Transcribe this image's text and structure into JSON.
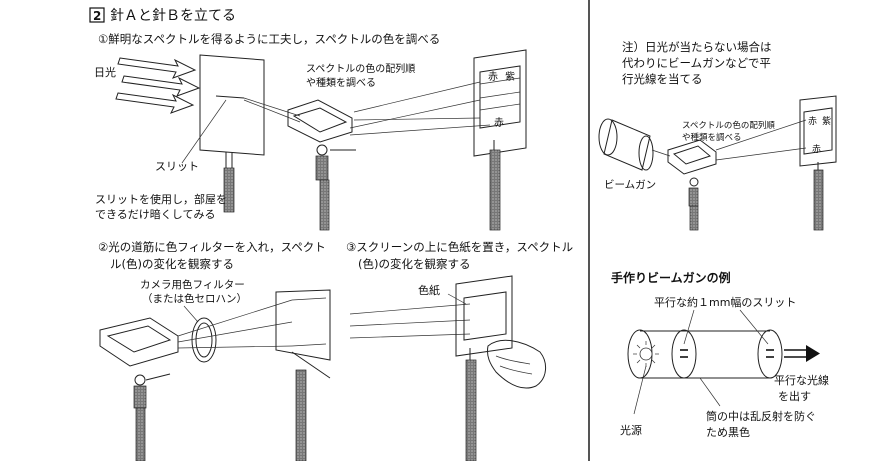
{
  "section": {
    "number": "2",
    "title": "針Ａと針Ｂを立てる"
  },
  "step1": {
    "caption": "①鮮明なスペクトルを得るように工夫し，スペクトルの色を調べる",
    "sunlight": "日光",
    "slit": "スリット",
    "spectrum_note_1": "スペクトルの色の配列順",
    "spectrum_note_2": "や種類を調べる",
    "red": "赤",
    "purple": "紫",
    "room_note_1": "スリットを使用し，部屋を",
    "room_note_2": "できるだけ暗くしてみる"
  },
  "step2": {
    "caption_1": "②光の道筋に色フィルターを入れ，スペクト",
    "caption_2": "ル(色)の変化を観察する",
    "filter_1": "カメラ用色フィルター",
    "filter_2": "（または色セロハン）"
  },
  "step3": {
    "caption_1": "③スクリーンの上に色紙を置き，スペクトル",
    "caption_2": "(色)の変化を観察する",
    "paper": "色紙"
  },
  "right": {
    "note_1": "注）日光が当たらない場合は",
    "note_2": "代わりにビームガンなどで平",
    "note_3": "行光線を当てる",
    "spectrum_note_1": "スペクトルの色の配列順",
    "spectrum_note_2": "や種類を調べる",
    "red": "赤",
    "purple": "紫",
    "beam_gun": "ビームガン",
    "handmade_title": "手作りビームガンの例",
    "slit_label": "平行な約１mm幅のスリット",
    "parallel_1": "平行な光線",
    "parallel_2": "を出す",
    "source": "光源",
    "tube_1": "筒の中は乱反射を防ぐ",
    "tube_2": "ため黒色"
  }
}
